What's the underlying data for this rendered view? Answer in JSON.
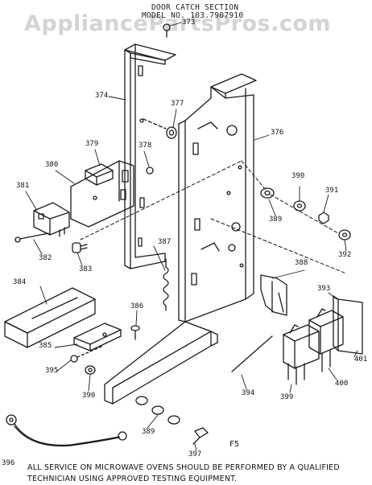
{
  "watermark": "AppliancePartsPros.com",
  "header": {
    "line1": "DOOR CATCH SECTION",
    "line2": "MODEL NO. 103.7907910"
  },
  "callouts": {
    "p373": "373",
    "p374": "374",
    "p376": "376",
    "p377": "377",
    "p378": "378",
    "p379": "379",
    "p380": "380",
    "p381": "381",
    "p382": "382",
    "p383": "383",
    "p384": "384",
    "p385": "385",
    "p386": "386",
    "p387": "387",
    "p388": "388",
    "p389a": "389",
    "p389b": "389",
    "p390a": "390",
    "p390b": "390",
    "p391": "391",
    "p392": "392",
    "p393": "393",
    "p394": "394",
    "p395": "395",
    "p396": "396",
    "p397": "397",
    "p399": "399",
    "p400": "400",
    "p401": "401"
  },
  "figure_tag": "F5",
  "footer": {
    "line1": "ALL SERVICE ON MICROWAVE OVENS SHOULD BE PERFORMED BY A QUALIFIED",
    "line2": "TECHNICIAN USING APPROVED TESTING EQUIPMENT."
  }
}
